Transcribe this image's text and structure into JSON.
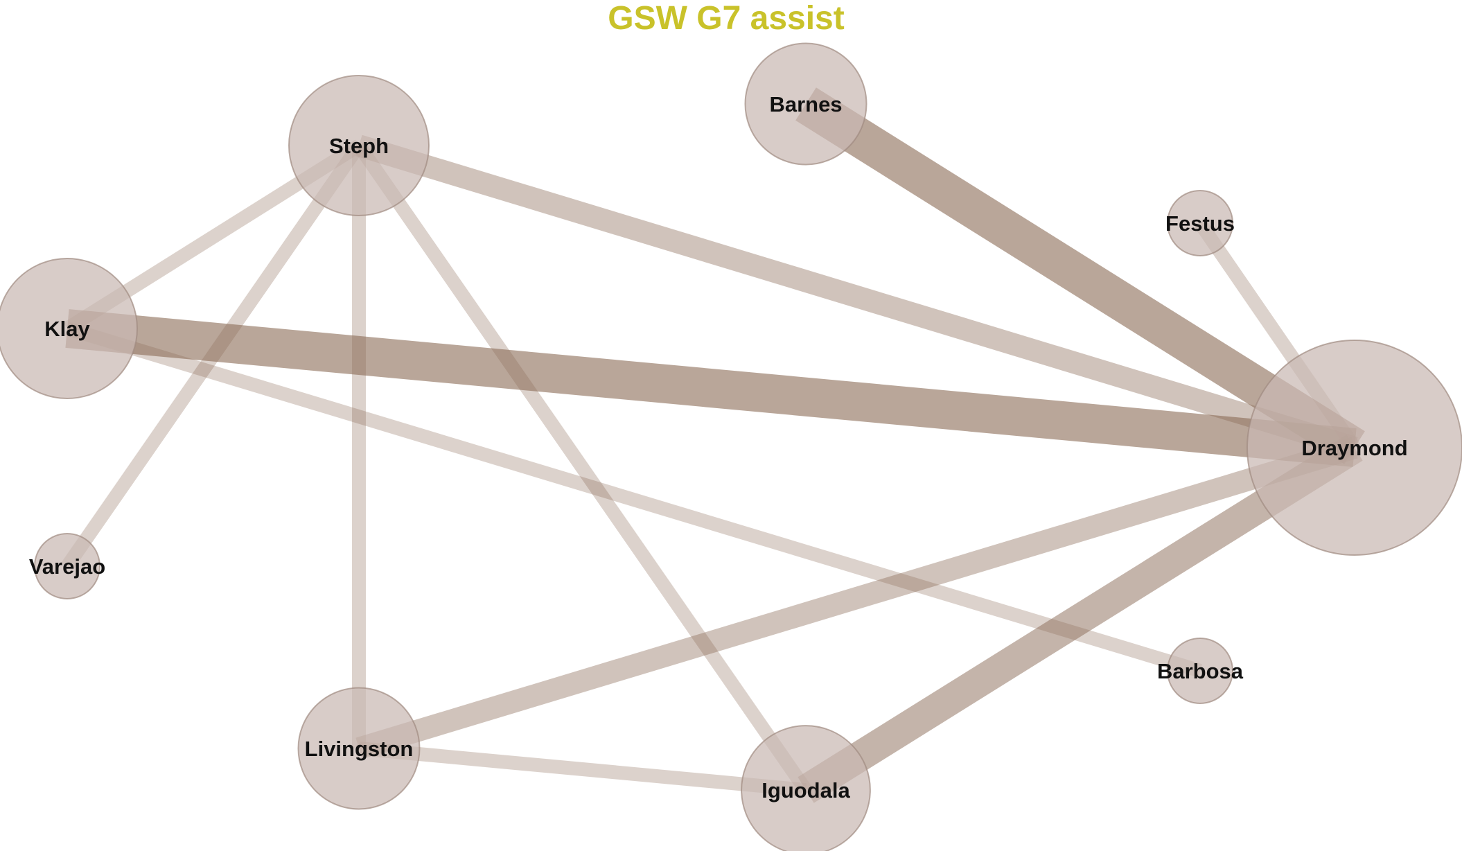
{
  "title": "GSW G7 assist",
  "colors": {
    "title": "#c9c22a",
    "edge": "#8a6a55",
    "node_fill": "#c9b9b3",
    "node_stroke": "#a08a80"
  },
  "nodes": [
    {
      "id": "steph",
      "label": "Steph",
      "size": 3
    },
    {
      "id": "barnes",
      "label": "Barnes",
      "size": 2.5
    },
    {
      "id": "festus",
      "label": "Festus",
      "size": 1
    },
    {
      "id": "klay",
      "label": "Klay",
      "size": 3
    },
    {
      "id": "draymond",
      "label": "Draymond",
      "size": 5
    },
    {
      "id": "varejao",
      "label": "Varejao",
      "size": 1
    },
    {
      "id": "barbosa",
      "label": "Barbosa",
      "size": 1
    },
    {
      "id": "livingston",
      "label": "Livingston",
      "size": 2.5
    },
    {
      "id": "iguodala",
      "label": "Iguodala",
      "size": 2.7
    }
  ],
  "edges": [
    {
      "source": "steph",
      "target": "klay",
      "weight": 1
    },
    {
      "source": "steph",
      "target": "varejao",
      "weight": 1
    },
    {
      "source": "steph",
      "target": "livingston",
      "weight": 1
    },
    {
      "source": "steph",
      "target": "iguodala",
      "weight": 1
    },
    {
      "source": "steph",
      "target": "draymond",
      "weight": 2
    },
    {
      "source": "klay",
      "target": "barbosa",
      "weight": 1
    },
    {
      "source": "klay",
      "target": "draymond",
      "weight": 4
    },
    {
      "source": "barnes",
      "target": "draymond",
      "weight": 4
    },
    {
      "source": "festus",
      "target": "draymond",
      "weight": 1
    },
    {
      "source": "livingston",
      "target": "draymond",
      "weight": 2
    },
    {
      "source": "livingston",
      "target": "iguodala",
      "weight": 1
    },
    {
      "source": "iguodala",
      "target": "draymond",
      "weight": 3
    }
  ]
}
